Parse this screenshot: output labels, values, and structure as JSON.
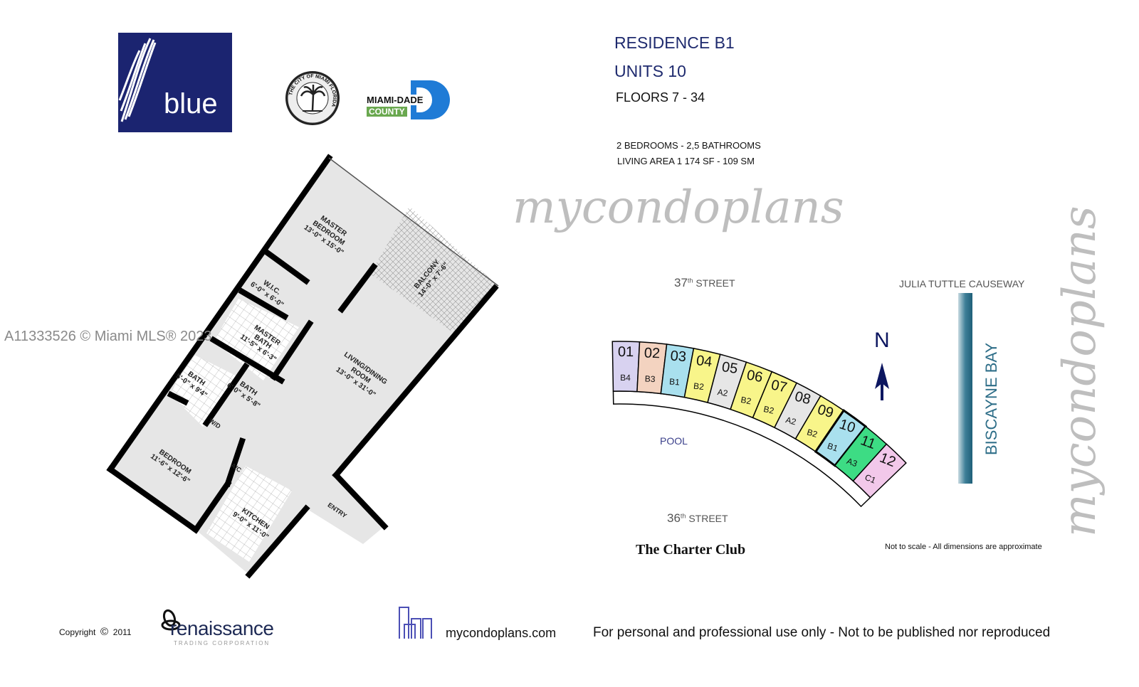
{
  "header": {
    "title": "RESIDENCE B1",
    "units": "UNITS 10",
    "floors": "FLOORS 7 - 34",
    "bedrooms": "2  BEDROOMS - 2,5 BATHROOMS",
    "living_area": "LIVING AREA  1 174 SF - 109 SM"
  },
  "logos": {
    "blue": "blue",
    "city_seal": "THE CITY OF MIAMI FLORIDA",
    "miami_dade_1": "MIAMI-DADE",
    "miami_dade_2": "COUNTY"
  },
  "mls_watermark": "A11333526 © Miami MLS® 2023",
  "watermark": "mycondoplans",
  "floor_plan": {
    "rooms": [
      {
        "name": "MASTER",
        "name2": "BEDROOM",
        "dim": "13'-0\" x 15'-0\""
      },
      {
        "name": "BALCONY",
        "dim": "14'-0\" x 7'-6\""
      },
      {
        "name": "W.I.C.",
        "dim": "6'-0\" x 6'-0\""
      },
      {
        "name": "MASTER",
        "name2": "BATH",
        "dim": "11'-5\" x 6'-3\""
      },
      {
        "name": "LIVING/DINING",
        "name2": "ROOM",
        "dim": "13'-0\" x 31'-0\""
      },
      {
        "name": "BATH",
        "dim": "5'-0\" x 9'4\""
      },
      {
        "name": "BATH",
        "dim": "6'-0\" x 5'-8\""
      },
      {
        "name": "W/D"
      },
      {
        "name": "A/C"
      },
      {
        "name": "BEDROOM",
        "dim": "11'-6\" x 12'-6\""
      },
      {
        "name": "KITCHEN",
        "dim": "9'-0\" x 11'-0\""
      },
      {
        "name": "ENTRY"
      }
    ]
  },
  "site_plan": {
    "street_north": "37",
    "street_north_sup": "th",
    "street_north_label": "STREET",
    "street_south": "36",
    "street_south_sup": "th",
    "street_south_label": "STREET",
    "causeway": "JULIA TUTTLE CAUSEWAY",
    "bay": "BISCAYNE BAY",
    "pool": "POOL",
    "north": "N",
    "charter_club": "The Charter Club",
    "scale_note": "Not to scale - All dimensions are approximate",
    "units": [
      {
        "num": "01",
        "type": "B4",
        "color": "#d8d2f0"
      },
      {
        "num": "02",
        "type": "B3",
        "color": "#f3d3c0"
      },
      {
        "num": "03",
        "type": "B1",
        "color": "#a9e0ee"
      },
      {
        "num": "04",
        "type": "B2",
        "color": "#f8f58a"
      },
      {
        "num": "05",
        "type": "A2",
        "color": "#e6e6e6"
      },
      {
        "num": "06",
        "type": "B2",
        "color": "#f8f58a"
      },
      {
        "num": "07",
        "type": "B2",
        "color": "#f8f58a"
      },
      {
        "num": "08",
        "type": "A2",
        "color": "#e6e6e6"
      },
      {
        "num": "09",
        "type": "B2",
        "color": "#f8f58a"
      },
      {
        "num": "10",
        "type": "B1",
        "color": "#a9e0ee"
      },
      {
        "num": "11",
        "type": "A3",
        "color": "#3ddc84"
      },
      {
        "num": "12",
        "type": "C1",
        "color": "#f2c8ea"
      }
    ]
  },
  "footer": {
    "copyright": "Copyright",
    "copyright_symbol": "©",
    "year": "2011",
    "renaissance": "renaissance",
    "renaissance_sub": "TRADING CORPORATION",
    "site": "mycondoplans.com",
    "notice": "For personal and professional use only - Not to be published nor reproduced"
  }
}
